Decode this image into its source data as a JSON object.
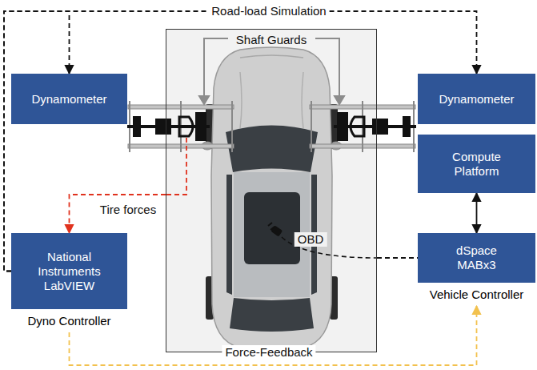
{
  "diagram": {
    "nodes": [
      {
        "text": [
          "Shaft Guards"
        ]
      },
      {
        "text": [
          "Dynamometer"
        ]
      },
      {
        "text": [
          "Dynamometer"
        ]
      },
      {
        "text": [
          "Compute Platform"
        ]
      },
      {
        "text": [
          "National Instruments LabVIEW",
          "Dyno Controller"
        ]
      },
      {
        "text": [
          "dSpace MABx3",
          "Vehicle Controller"
        ]
      }
    ],
    "edges": [
      {
        "from": 4,
        "to": 1,
        "arrow": "to"
      },
      {
        "from": 4,
        "to": 2,
        "arrow": "to",
        "label": "Road-load Simulation"
      },
      {
        "from": 0,
        "to": 4,
        "arrow": "to",
        "label": "Tire forces"
      },
      {
        "from": 0,
        "to": 5,
        "arrow": "none",
        "label": "OBD"
      },
      {
        "from": 3,
        "to": 5,
        "arrow": "both"
      },
      {
        "from": 4,
        "to": 5,
        "arrow": "to",
        "label": "Force-Feedback"
      }
    ]
  }
}
